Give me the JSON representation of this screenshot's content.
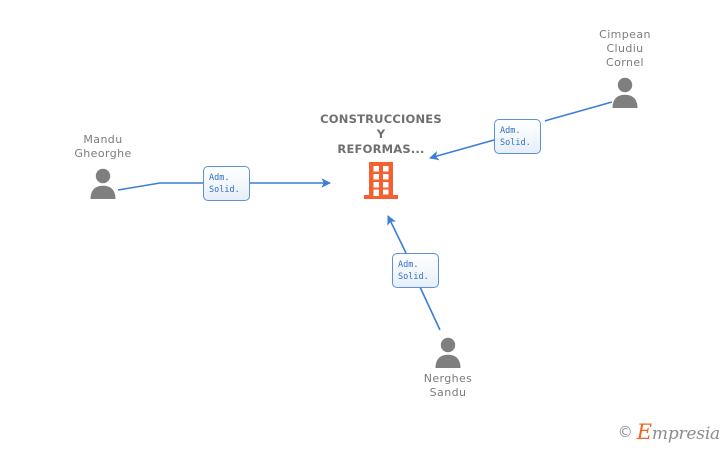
{
  "diagram": {
    "title": "Company relations graph",
    "colors": {
      "edge": "#3b7dd8",
      "chip_border": "#5b92d6",
      "chip_text": "#2f6fc4",
      "person": "#7f7f7f",
      "company": "#f4602f",
      "label_text": "#7c7c7c",
      "background": "#ffffff"
    },
    "company": {
      "name": "CONSTRUCCIONES\nY\nREFORMAS...",
      "icon": "building-icon"
    },
    "people": [
      {
        "id": "mandu-gheorghe",
        "name": "Mandu\nGheorghe",
        "icon": "person-icon",
        "relation": "Adm.\nSolid."
      },
      {
        "id": "cimpean-cludiu-cornel",
        "name": "Cimpean\nCludiu\nCornel",
        "icon": "person-icon",
        "relation": "Adm.\nSolid."
      },
      {
        "id": "nerghes-sandu",
        "name": "Nerghes\nSandu",
        "icon": "person-icon",
        "relation": "Adm.\nSolid."
      }
    ],
    "relations": [
      {
        "id": "rel-mandu",
        "line1": "Adm.",
        "line2": "Solid."
      },
      {
        "id": "rel-cimpean",
        "line1": "Adm.",
        "line2": "Solid."
      },
      {
        "id": "rel-nerghes",
        "line1": "Adm.",
        "line2": "Solid."
      }
    ],
    "watermark": {
      "copyright": "©",
      "brand_first": "E",
      "brand_rest": "mpresia"
    }
  }
}
